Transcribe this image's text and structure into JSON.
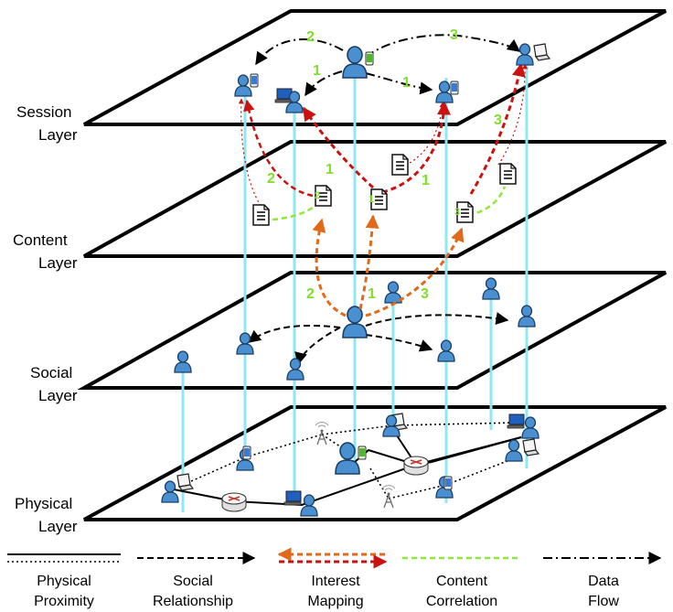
{
  "layers": [
    {
      "id": "session",
      "line1": "Session",
      "line2": "Layer"
    },
    {
      "id": "content",
      "line1": "Content",
      "line2": "Layer"
    },
    {
      "id": "social",
      "line1": "Social",
      "line2": "Layer"
    },
    {
      "id": "physical",
      "line1": "Physical",
      "line2": "Layer"
    }
  ],
  "flow_numbers": {
    "session_n2": "2",
    "session_n3": "3",
    "session_n1a": "1",
    "session_n1b": "1",
    "content_n2": "2",
    "content_n1a": "1",
    "content_n1b": "1",
    "content_n3": "3",
    "social_n2": "2",
    "social_n1": "1",
    "social_n3": "3",
    "doc_a": "2",
    "doc_b": "1",
    "doc_c": "3"
  },
  "legend": [
    {
      "id": "physical-proximity",
      "line1": "Physical",
      "line2": "Proximity"
    },
    {
      "id": "social-relationship",
      "line1": "Social",
      "line2": "Relationship"
    },
    {
      "id": "interest-mapping",
      "line1": "Interest",
      "line2": "Mapping"
    },
    {
      "id": "content-correlation",
      "line1": "Content",
      "line2": "Correlation"
    },
    {
      "id": "data-flow",
      "line1": "Data",
      "line2": "Flow"
    }
  ],
  "colors": {
    "plane_border": "#000000",
    "vertical_link": "#8fe8f0",
    "social_arrow": "#000000",
    "interest_orange": "#e06a1a",
    "interest_red": "#cc1111",
    "content_correlation": "#8fe83a",
    "number_green": "#7fe02a",
    "user_icon": "#4a8fd0"
  },
  "icons": [
    "user-icon",
    "phone-icon",
    "laptop-icon",
    "desktop-icon",
    "document-icon",
    "router-icon",
    "antenna-icon"
  ]
}
